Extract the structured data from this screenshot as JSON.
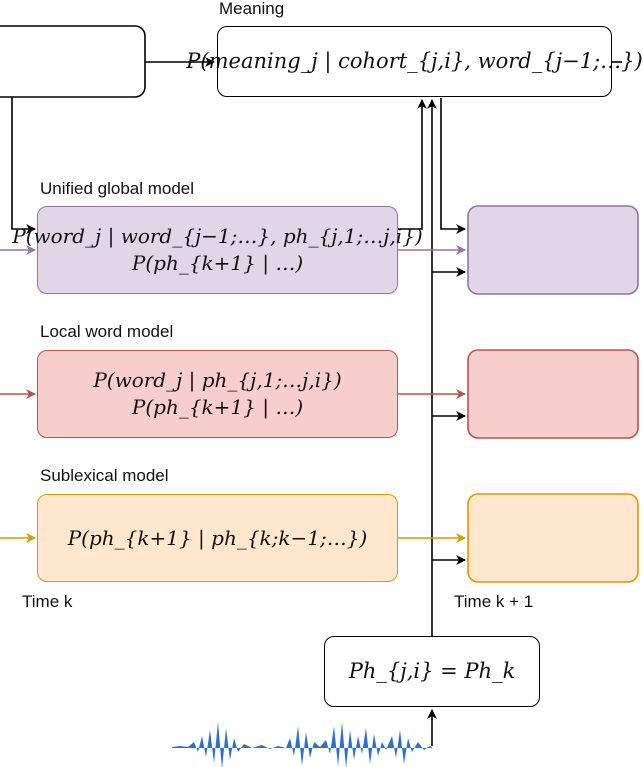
{
  "colors": {
    "purple_fill": "#e1d5e7",
    "purple_stroke": "#9673a6",
    "red_fill": "#f8cecc",
    "red_stroke": "#b85450",
    "orange_fill": "#ffe6cc",
    "orange_stroke": "#d79b00",
    "black": "#000000"
  },
  "labels": {
    "meaning": "Meaning",
    "unified": "Unified global model",
    "local": "Local word model",
    "sublexical": "Sublexical model",
    "time_k": "Time k",
    "time_k1": "Time k + 1"
  },
  "formulas": {
    "meaning": "P(meaning_j | cohort_{j,i}, word_{j−1;…})",
    "unified_line1": "P(word_j | word_{j−1;…}, ph_{j,1;…j,i})",
    "unified_line2": "P(ph_{k+1} | …)",
    "local_line1": "P(word_j | ph_{j,1;…j,i})",
    "local_line2": "P(ph_{k+1} | …)",
    "sublexical": "P(ph_{k+1} | ph_{k;k−1;…})",
    "phoneme": "Ph_{j,i} = Ph_k"
  },
  "icons": {
    "waveform": "waveform-icon"
  }
}
